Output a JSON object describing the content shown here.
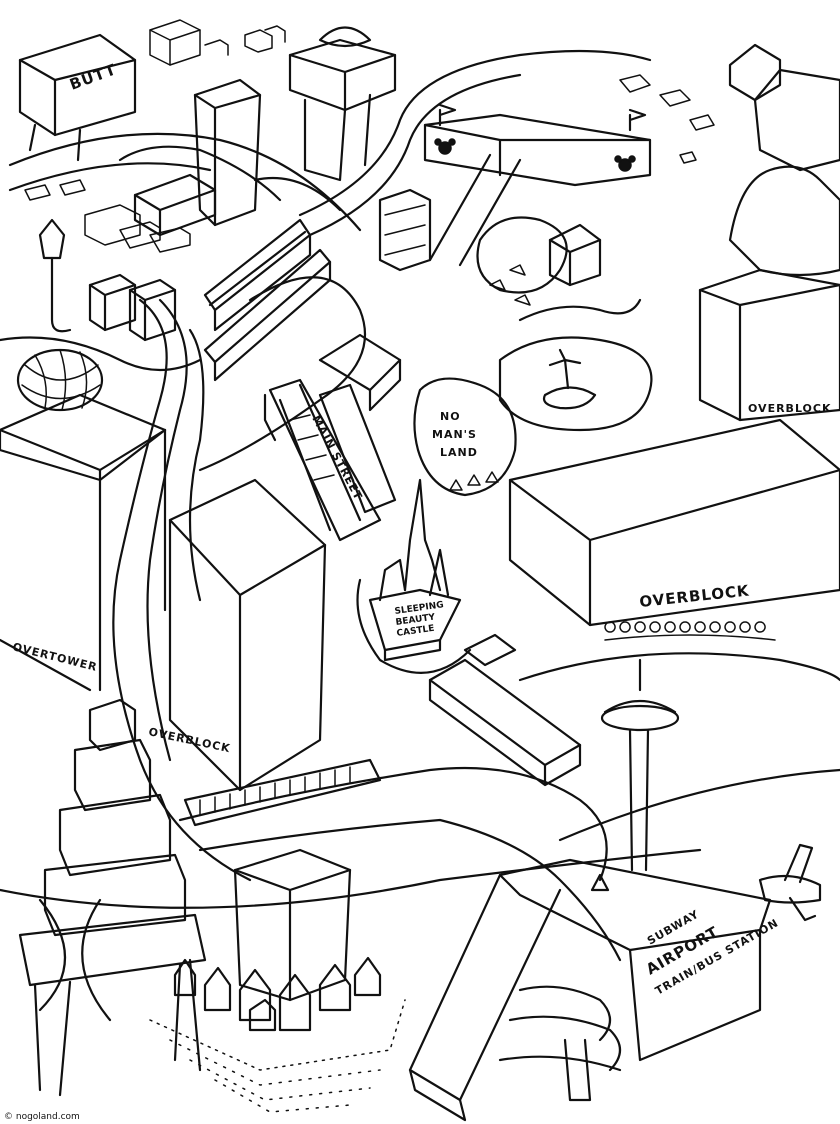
{
  "labels": {
    "sign_butt": "BUTT",
    "no_mans_land": [
      "NO",
      "MAN'S",
      "LAND"
    ],
    "main_street": "MAIN STREET",
    "sleeping_beauty_castle": [
      "SLEEPING",
      "BEAUTY",
      "CASTLE"
    ],
    "overblock_right_upper": "OVERBLOCK",
    "overblock_right_lower": "OVERBLOCK",
    "overblock_left": "OVERBLOCK",
    "overtower": "OVERTOWER",
    "airport_station": [
      "SUBWAY",
      "AIRPORT",
      "TRAIN/BUS STATION"
    ]
  },
  "credit": "© nogoland.com"
}
